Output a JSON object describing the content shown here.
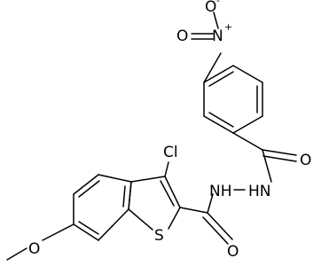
{
  "molecule": {
    "atoms": {
      "nitro_o_top": "O",
      "nitro_o_top_charge": "-",
      "nitro_n": "N",
      "nitro_n_charge": "+",
      "nitro_o_left": "O",
      "carbonyl_o_upper": "O",
      "hydrazide_nh": "HN",
      "hydrazide_nh2": "NH",
      "chloro": "Cl",
      "thiophene_s": "S",
      "carbonyl_o_lower": "O",
      "methoxy_o": "O"
    }
  }
}
